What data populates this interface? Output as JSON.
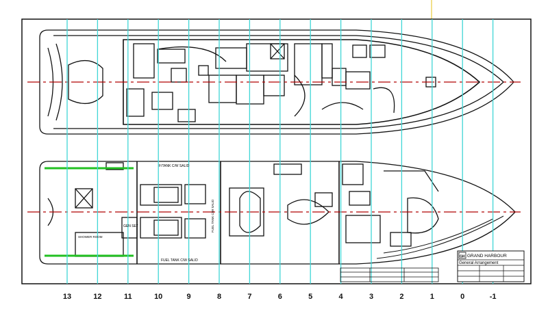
{
  "drawing": {
    "title_block": {
      "company": "GRAND HARBOUR",
      "drawing_title": "General Arrangement",
      "logo_text": "GH"
    },
    "labels": {
      "fuel_tank_top": "F/TANK C/W SALID",
      "fuel_tank_bottom": "FUEL TANK   C/W SALID",
      "fuel_tank_side": "FUEL TANK C/W SALID",
      "gen_set": "GEN SET",
      "shower_room": "SHOWER ROOM"
    },
    "stations": [
      "13",
      "12",
      "11",
      "10",
      "9",
      "8",
      "7",
      "6",
      "5",
      "4",
      "3",
      "2",
      "1",
      "0",
      "-1"
    ],
    "colors": {
      "station_line": "#3fd6d6",
      "centerline": "#b00000",
      "highlight": "#22c022",
      "drawing": "#111111",
      "guide": "#f2e08a"
    }
  }
}
